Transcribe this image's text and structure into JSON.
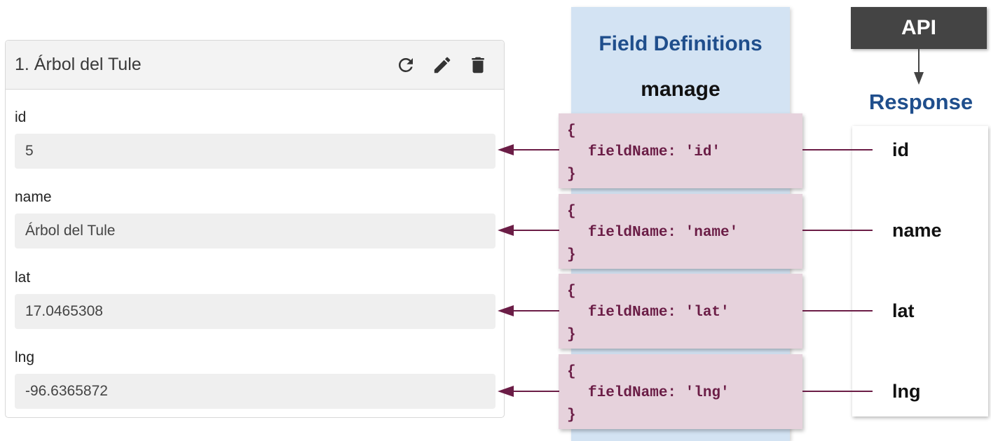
{
  "card": {
    "title": "1. Árbol del Tule",
    "icons": [
      "refresh-icon",
      "pencil-icon",
      "trash-icon"
    ],
    "fields": [
      {
        "label": "id",
        "value": "5"
      },
      {
        "label": "name",
        "value": "Árbol del Tule"
      },
      {
        "label": "lat",
        "value": "17.0465308"
      },
      {
        "label": "lng",
        "value": "-96.6365872"
      }
    ]
  },
  "field_definitions": {
    "title": "Field Definitions",
    "subtitle": "manage",
    "open_brace": "{",
    "close_brace": "}",
    "items": [
      "fieldName: 'id'",
      "fieldName: 'name'",
      "fieldName: 'lat'",
      "fieldName: 'lng'"
    ]
  },
  "api": {
    "label": "API",
    "response_title": "Response",
    "response_fields": [
      "id",
      "name",
      "lat",
      "lng"
    ]
  },
  "colors": {
    "arrow": "#6b1d46",
    "definitions_bg": "#d3e3f3",
    "definition_box": "#e6d2dc",
    "title_blue": "#1f4e8c",
    "api_box": "#444444"
  }
}
